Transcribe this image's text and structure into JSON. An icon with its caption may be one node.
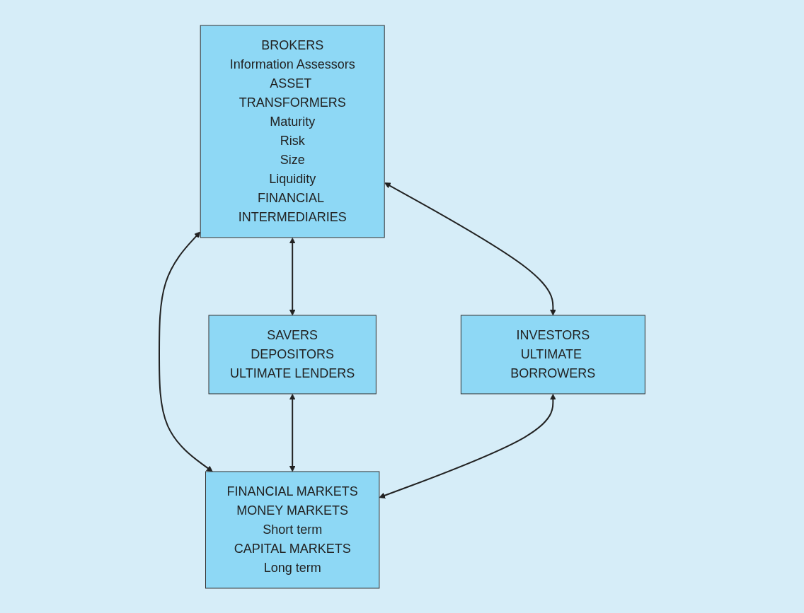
{
  "diagram": {
    "nodes": [
      {
        "text": [
          "BROKERS",
          "Information Assessors",
          "ASSET TRANSFORMERS",
          "Maturity",
          "Risk",
          "Size",
          "Liquidity",
          "FINANCIAL INTERMEDIARIES"
        ]
      },
      {
        "text": [
          "SAVERS",
          "DEPOSITORS",
          "ULTIMATE LENDERS"
        ]
      },
      {
        "text": [
          "INVESTORS",
          "ULTIMATE BORROWERS"
        ]
      },
      {
        "text": [
          "FINANCIAL MARKETS",
          "MONEY MARKETS",
          "Short term",
          "CAPITAL MARKETS",
          "Long term"
        ]
      }
    ],
    "edges": [
      {
        "from": 0,
        "to": 1,
        "arrow": "both"
      },
      {
        "from": 0,
        "to": 3,
        "arrow": "both"
      },
      {
        "from": 0,
        "to": 2,
        "arrow": "both"
      },
      {
        "from": 1,
        "to": 3,
        "arrow": "both"
      },
      {
        "from": 2,
        "to": 3,
        "arrow": "both"
      }
    ]
  }
}
